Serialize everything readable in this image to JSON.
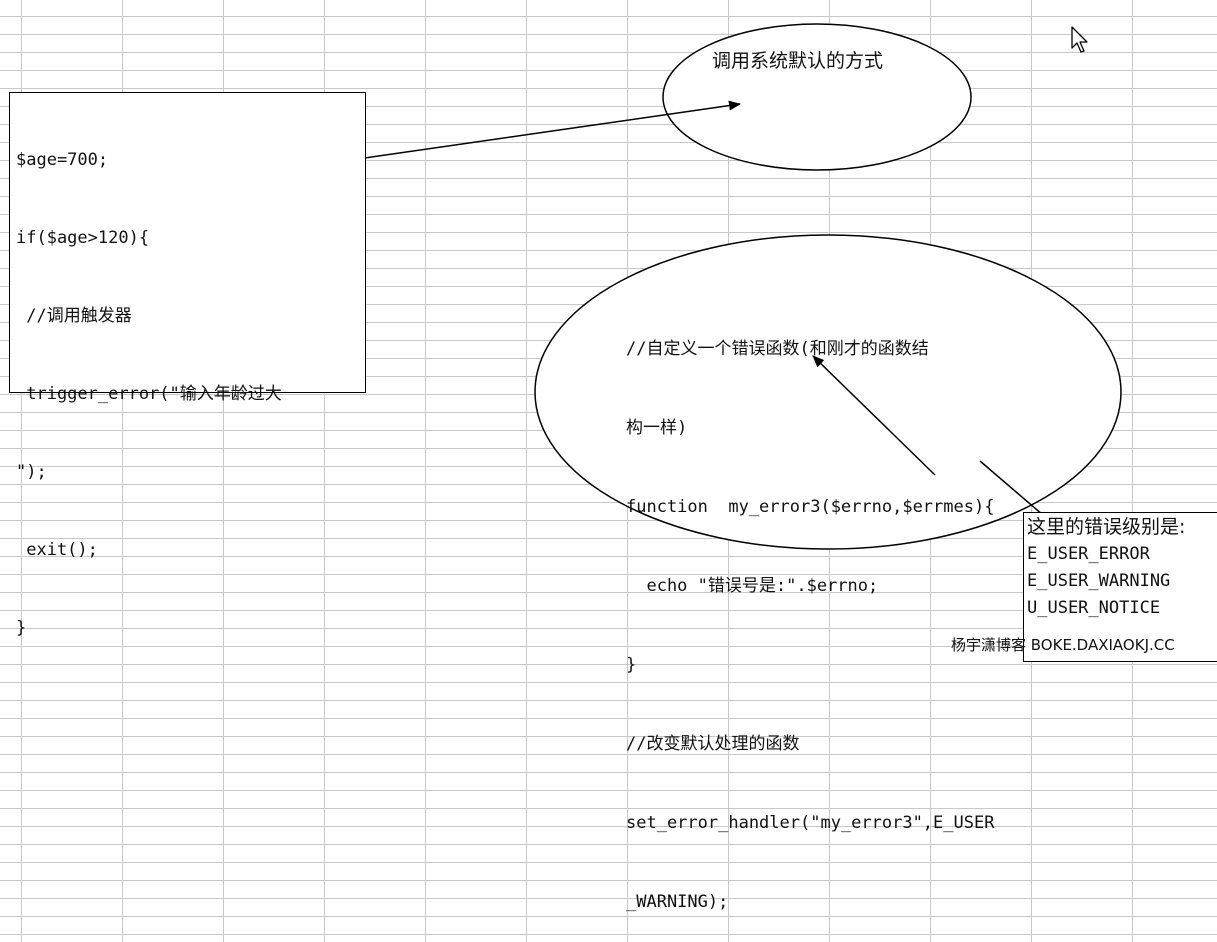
{
  "code_box": {
    "lines": [
      "$age=700;",
      "if($age>120){",
      " //调用触发器",
      " trigger_error(\"输入年龄过大",
      "\");",
      " exit();",
      "}"
    ]
  },
  "top_ellipse": {
    "label": "调用系统默认的方式"
  },
  "big_ellipse": {
    "lines": [
      "//自定义一个错误函数(和刚才的函数结",
      "构一样)",
      "function  my_error3($errno,$errmes){",
      "  echo \"错误号是:\".$errno;",
      "}",
      "//改变默认处理的函数",
      "set_error_handler(\"my_error3\",E_USER",
      "_WARNING);"
    ]
  },
  "levels_box": {
    "title": "这里的错误级别是:",
    "levels": [
      "E_USER_ERROR",
      "E_USER_WARNING",
      "U_USER_NOTICE"
    ]
  },
  "watermark": {
    "text": "杨宇潇博客 BOKE.DAXIAOKJ.CC"
  },
  "icons": {
    "cursor": "mouse-pointer-icon"
  },
  "colors": {
    "grid": "#c8c8c8",
    "stroke": "#000000",
    "text": "#111111"
  }
}
